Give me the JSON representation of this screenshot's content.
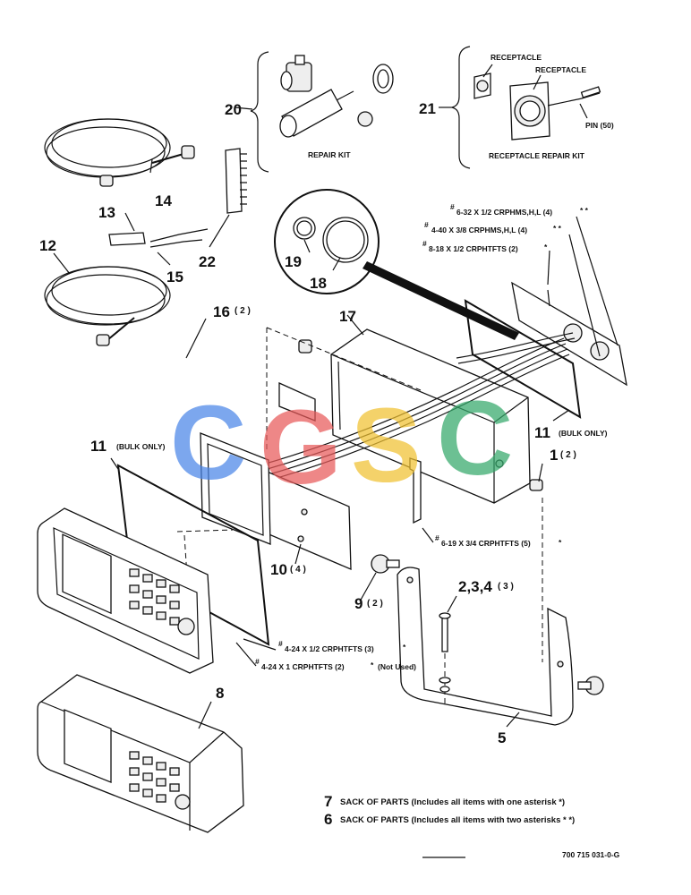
{
  "callouts": {
    "n1": "1",
    "n1q": "( 2 )",
    "n234": "2,3,4",
    "n234q": "( 3 )",
    "n5": "5",
    "n6": "6",
    "n7": "7",
    "n8": "8",
    "n9": "9",
    "n9q": "( 2 )",
    "n10": "10",
    "n10q": "( 4 )",
    "n11a": "11",
    "n11b": "11",
    "n12": "12",
    "n13": "13",
    "n14": "14",
    "n15": "15",
    "n16": "16",
    "n16q": "( 2 )",
    "n17": "17",
    "n18": "18",
    "n19": "19",
    "n20": "20",
    "n21": "21",
    "n22": "22"
  },
  "labels": {
    "repair_kit": "REPAIR KIT",
    "receptacle_small": "RECEPTACLE",
    "receptacle_large": "RECEPTACLE",
    "pin": "PIN (50)",
    "receptacle_repair_kit": "RECEPTACLE REPAIR KIT",
    "bulk_only_left": "(BULK ONLY)",
    "bulk_only_right": "(BULK ONLY)",
    "screw_6_32": "6-32 X 1/2 CRPHMS,H,L (4)",
    "screw_4_40": "4-40 X 3/8 CRPHMS,H,L (4)",
    "screw_8_18": "8-18 X 1/2 CRPHTFTS (2)",
    "screw_6_19": "6-19 X 3/4 CRPHTFTS (5)",
    "screw_4_24_half": "4-24 X 1/2 CRPHTFTS (3)",
    "screw_4_24_one": "4-24 X 1 CRPHTFTS (2)",
    "not_used": "(Not Used)"
  },
  "marks": {
    "hash": "#",
    "star": "*",
    "double_star": "* *"
  },
  "footnotes": [
    {
      "num": "7",
      "text": "SACK OF PARTS (Includes all items with one asterisk *)"
    },
    {
      "num": "6",
      "text": "SACK OF PARTS (Includes all items with two asterisks * *)"
    }
  ],
  "drawing_number": "700 715 031-0-G",
  "watermark": {
    "letters": [
      "C",
      "G",
      "S",
      "C"
    ],
    "colors": [
      "#4a86e8",
      "#e85a5a",
      "#f1c232",
      "#34a86a"
    ]
  }
}
